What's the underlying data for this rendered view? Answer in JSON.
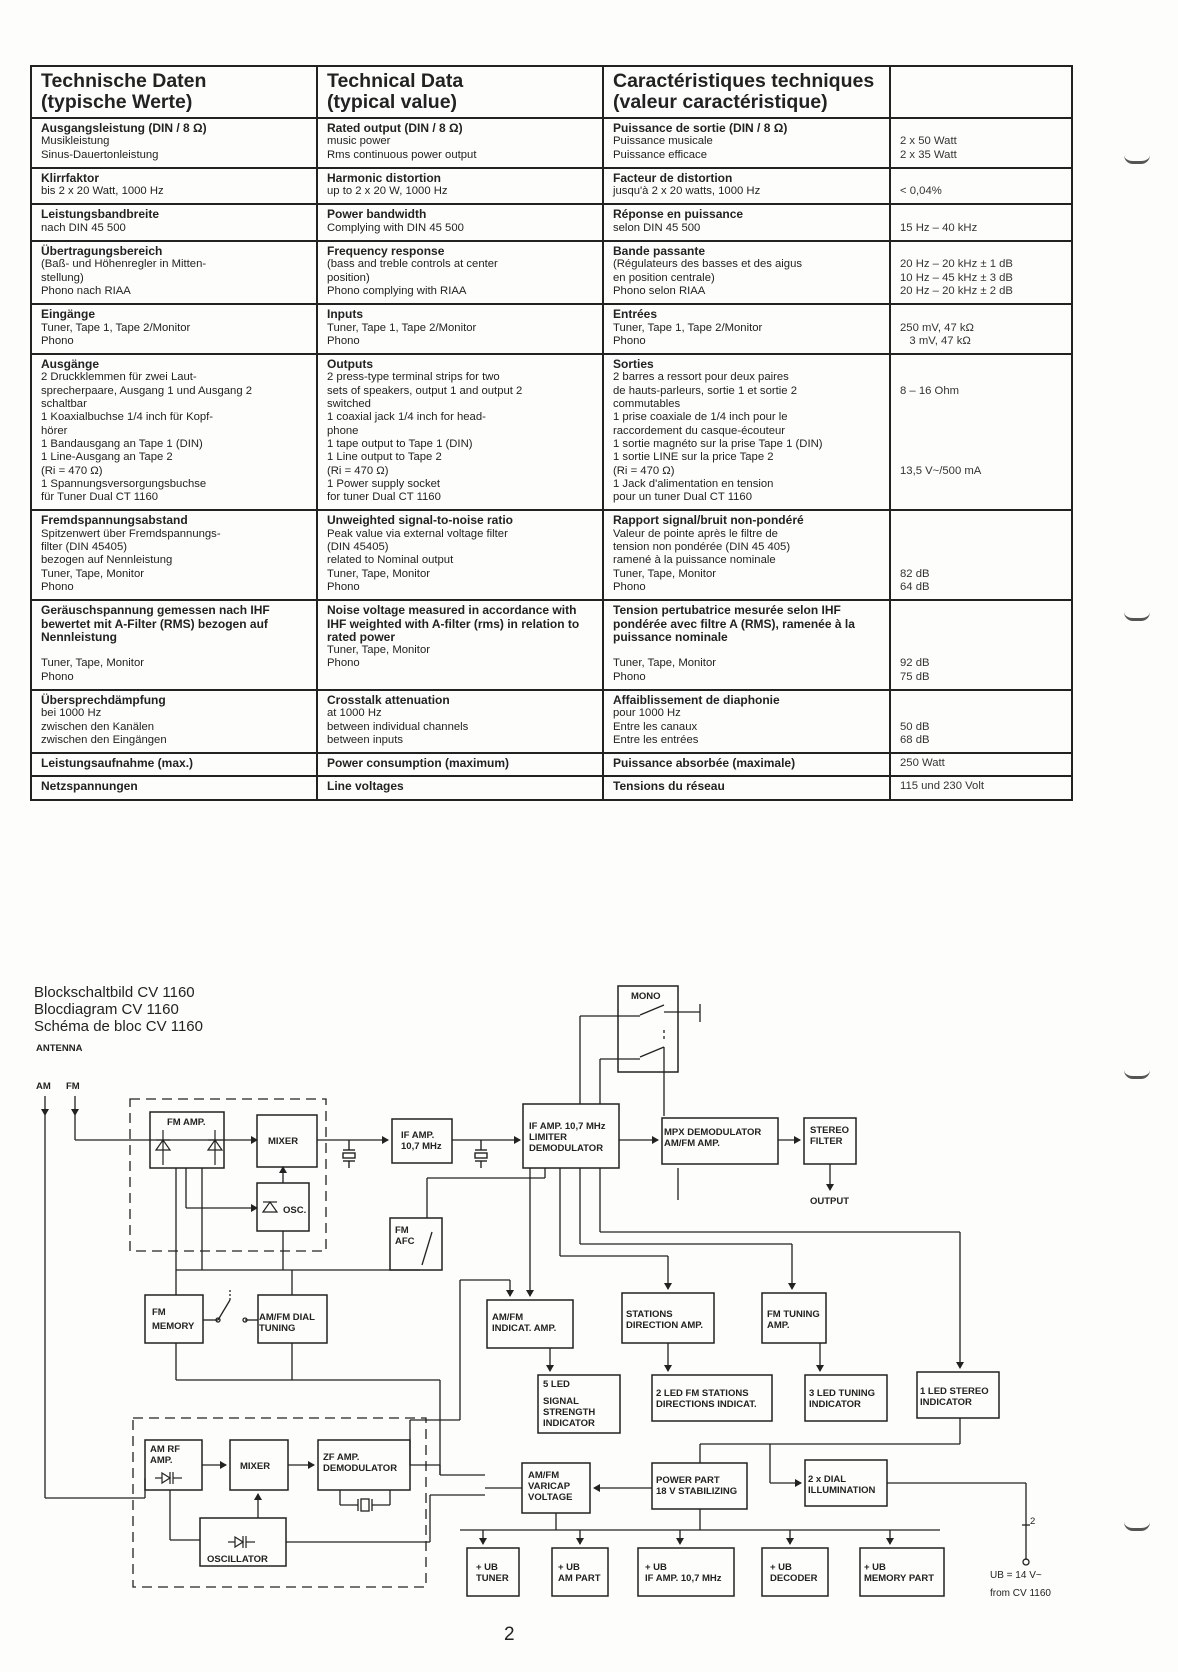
{
  "table": {
    "headers": [
      [
        "Technische Daten",
        "(typische Werte)"
      ],
      [
        "Technical Data",
        "(typical value)"
      ],
      [
        "Caractéristiques techniques",
        "(valeur caractéristique)"
      ],
      [
        ""
      ]
    ],
    "rows": [
      {
        "de": {
          "title": "Ausgangsleistung (DIN / 8 Ω)",
          "lines": [
            "Musikleistung",
            "Sinus-Dauertonleistung"
          ]
        },
        "en": {
          "title": "Rated output (DIN / 8 Ω)",
          "lines": [
            "music power",
            "Rms continuous power output"
          ]
        },
        "fr": {
          "title": "Puissance de sortie (DIN / 8 Ω)",
          "lines": [
            "Puissance musicale",
            "Puissance efficace"
          ]
        },
        "value_lines": [
          "",
          "2 x 50 Watt",
          "2 x 35 Watt"
        ]
      },
      {
        "de": {
          "title": "Klirrfaktor",
          "lines": [
            "bis 2 x 20 Watt, 1000 Hz"
          ]
        },
        "en": {
          "title": "Harmonic distortion",
          "lines": [
            "up to 2 x 20 W, 1000 Hz"
          ]
        },
        "fr": {
          "title": "Facteur de distortion",
          "lines": [
            "jusqu'à 2 x 20 watts, 1000 Hz"
          ]
        },
        "value_lines": [
          "",
          "< 0,04%"
        ]
      },
      {
        "de": {
          "title": "Leistungsbandbreite",
          "lines": [
            "nach DIN 45 500"
          ]
        },
        "en": {
          "title": "Power bandwidth",
          "lines": [
            "Complying with DIN 45 500"
          ]
        },
        "fr": {
          "title": "Réponse en puissance",
          "lines": [
            "selon DIN 45 500"
          ]
        },
        "value_lines": [
          "",
          "15 Hz – 40 kHz"
        ]
      },
      {
        "de": {
          "title": "Übertragungsbereich",
          "lines": [
            "(Baß- und Höhenregler in Mitten-",
            "stellung)",
            "Phono nach RIAA"
          ]
        },
        "en": {
          "title": "Frequency response",
          "lines": [
            "(bass and treble controls at center",
            "position)",
            "Phono complying with RIAA"
          ]
        },
        "fr": {
          "title": "Bande passante",
          "lines": [
            "(Régulateurs des basses et des aigus",
            "en position centrale)",
            "Phono selon RIAA"
          ]
        },
        "value_lines": [
          "",
          "20 Hz – 20 kHz ± 1 dB",
          "10 Hz – 45 kHz ± 3 dB",
          "20 Hz – 20 kHz ± 2 dB"
        ]
      },
      {
        "de": {
          "title": "Eingänge",
          "lines": [
            "Tuner, Tape 1, Tape 2/Monitor",
            "Phono"
          ]
        },
        "en": {
          "title": "Inputs",
          "lines": [
            "Tuner, Tape 1, Tape 2/Monitor",
            "Phono"
          ]
        },
        "fr": {
          "title": "Entrées",
          "lines": [
            "Tuner, Tape 1, Tape 2/Monitor",
            "Phono"
          ]
        },
        "value_lines": [
          "",
          "250 mV, 47 kΩ",
          "   3 mV, 47 kΩ"
        ]
      },
      {
        "de": {
          "title": "Ausgänge",
          "lines": [
            "2 Druckklemmen für zwei Laut-",
            "sprecherpaare, Ausgang 1 und Ausgang 2",
            "schaltbar",
            "1 Koaxialbuchse 1/4 inch für Kopf-",
            "hörer",
            "1 Bandausgang an Tape 1 (DIN)",
            "1 Line-Ausgang an Tape 2",
            "(Ri = 470 Ω)",
            "1 Spannungsversorgungsbuchse",
            "für Tuner Dual CT 1160"
          ]
        },
        "en": {
          "title": "Outputs",
          "lines": [
            "2 press-type terminal strips for two",
            "sets of speakers, output 1 and output 2",
            "switched",
            "1 coaxial jack 1/4 inch for head-",
            "phone",
            "1 tape output to Tape 1 (DIN)",
            "1 Line output to Tape 2",
            "(Ri = 470 Ω)",
            "1 Power supply socket",
            "for tuner Dual CT 1160"
          ]
        },
        "fr": {
          "title": "Sorties",
          "lines": [
            "2 barres a ressort pour deux paires",
            "de hauts-parleurs, sortie 1 et sortie 2",
            "commutables",
            "1 prise coaxiale de 1/4 inch pour le",
            "raccordement du casque-écouteur",
            "1 sortie magnéto sur la prise Tape 1 (DIN)",
            "1 sortie LINE sur la price Tape 2",
            "(Ri = 470 Ω)",
            "1 Jack d'alimentation en tension",
            "pour un tuner Dual CT 1160"
          ]
        },
        "value_lines": [
          "",
          "",
          "8 – 16 Ohm",
          "",
          "",
          "",
          "",
          "",
          "13,5 V~/500 mA",
          ""
        ]
      },
      {
        "de": {
          "title": "Fremdspannungsabstand",
          "lines": [
            "Spitzenwert über Fremdspannungs-",
            "filter (DIN 45405)",
            "bezogen auf Nennleistung",
            "Tuner, Tape, Monitor",
            "Phono"
          ]
        },
        "en": {
          "title": "Unweighted signal-to-noise ratio",
          "lines": [
            "Peak value via external voltage filter",
            "(DIN 45405)",
            "related to Nominal output",
            "Tuner, Tape, Monitor",
            "Phono"
          ]
        },
        "fr": {
          "title": "Rapport signal/bruit non-pondéré",
          "lines": [
            "Valeur de pointe après le filtre de",
            "tension non pondérée (DIN 45 405)",
            "ramené à la puissance nominale",
            "Tuner, Tape, Monitor",
            "Phono"
          ]
        },
        "value_lines": [
          "",
          "",
          "",
          "",
          "82 dB",
          "64 dB"
        ]
      },
      {
        "de": {
          "title": "Geräuschspannung gemessen nach IHF bewertet mit A-Filter (RMS) bezogen auf Nennleistung",
          "lines": [
            "",
            "Tuner, Tape, Monitor",
            "Phono"
          ]
        },
        "en": {
          "title": "Noise voltage measured in accordance with IHF weighted with A-filter (rms) in relation to rated power",
          "lines": [
            "Tuner, Tape, Monitor",
            "Phono"
          ]
        },
        "fr": {
          "title": "Tension pertubatrice mesurée selon IHF pondérée avec filtre A (RMS), ramenée à la puissance nominale",
          "lines": [
            "",
            "Tuner, Tape, Monitor",
            "Phono"
          ]
        },
        "value_lines": [
          "",
          "",
          "",
          "",
          "92 dB",
          "75 dB"
        ]
      },
      {
        "de": {
          "title": "Übersprechdämpfung",
          "lines": [
            "bei 1000 Hz",
            "zwischen den Kanälen",
            "zwischen den Eingängen"
          ]
        },
        "en": {
          "title": "Crosstalk attenuation",
          "lines": [
            "at 1000 Hz",
            "between individual channels",
            "between inputs"
          ]
        },
        "fr": {
          "title": "Affaiblissement de diaphonie",
          "lines": [
            "pour 1000 Hz",
            "Entre les canaux",
            "Entre les entrées"
          ]
        },
        "value_lines": [
          "",
          "",
          "50 dB",
          "68 dB"
        ]
      },
      {
        "de": {
          "title": "Leistungsaufnahme (max.)",
          "lines": []
        },
        "en": {
          "title": "Power consumption (maximum)",
          "lines": []
        },
        "fr": {
          "title": "Puissance absorbée (maximale)",
          "lines": []
        },
        "value_lines": [
          "250 Watt"
        ]
      },
      {
        "de": {
          "title": "Netzspannungen",
          "lines": []
        },
        "en": {
          "title": "Line voltages",
          "lines": []
        },
        "fr": {
          "title": "Tensions du réseau",
          "lines": []
        },
        "value_lines": [
          "115 und 230 Volt"
        ]
      }
    ]
  },
  "block_diagram": {
    "title_lines": [
      "Blockschaltbild CV 1160",
      "Blocdiagram CV 1160",
      "Schéma de bloc CV 1160"
    ],
    "antenna_label": "ANTENNA",
    "am_label": "AM",
    "fm_label": "FM",
    "blocks": {
      "fm_amp": "FM AMP.",
      "mixer_fm": "MIXER",
      "osc": "OSC.",
      "if_amp": [
        "IF AMP.",
        "10,7 MHz"
      ],
      "limiter": [
        "IF AMP. 10,7 MHz",
        "LIMITER",
        "DEMODULATOR"
      ],
      "mono": "MONO",
      "mpx": [
        "MPX DEMODULATOR",
        "AM/FM AMP."
      ],
      "stereo_filter": [
        "STEREO",
        "FILTER"
      ],
      "output": "OUTPUT",
      "fm_afc": [
        "FM",
        "AFC"
      ],
      "fm_memory": [
        "FM",
        "MEMORY"
      ],
      "dial_tuning": [
        "AM/FM DIAL",
        "TUNING"
      ],
      "indicat_amp": [
        "AM/FM",
        "INDICAT. AMP."
      ],
      "stations_dir": [
        "STATIONS",
        "DIRECTION AMP."
      ],
      "fm_tuning_amp": [
        "FM TUNING",
        "AMP."
      ],
      "signal_strength": [
        "5 LED",
        "SIGNAL",
        "STRENGTH",
        "INDICATOR"
      ],
      "led_stations": [
        "2 LED FM STATIONS",
        "DIRECTIONS INDICAT."
      ],
      "led_tuning": [
        "3 LED TUNING",
        "INDICATOR"
      ],
      "led_stereo": [
        "1 LED STEREO",
        "INDICATOR"
      ],
      "am_rf_amp": [
        "AM RF",
        "AMP."
      ],
      "mixer_am": "MIXER",
      "zf_amp": [
        "ZF AMP.",
        "DEMODULATOR"
      ],
      "oscillator": "OSCILLATOR",
      "varicap": [
        "AM/FM",
        "VARICAP",
        "VOLTAGE"
      ],
      "power_part": [
        "POWER PART",
        "18 V STABILIZING"
      ],
      "dial_illum": [
        "2 x DIAL",
        "ILLUMINATION"
      ],
      "ub_tuner": [
        "+ UB",
        "TUNER"
      ],
      "ub_am": [
        "+ UB",
        "AM PART"
      ],
      "ub_if": [
        "+ UB",
        "IF AMP. 10,7 MHz"
      ],
      "ub_decoder": [
        "+ UB",
        "DECODER"
      ],
      "ub_memory": [
        "+ UB",
        "MEMORY PART"
      ]
    },
    "supply_note": [
      "UB = 14 V~",
      "from CV 1160"
    ],
    "pin_label": "2"
  },
  "page_number": "2"
}
